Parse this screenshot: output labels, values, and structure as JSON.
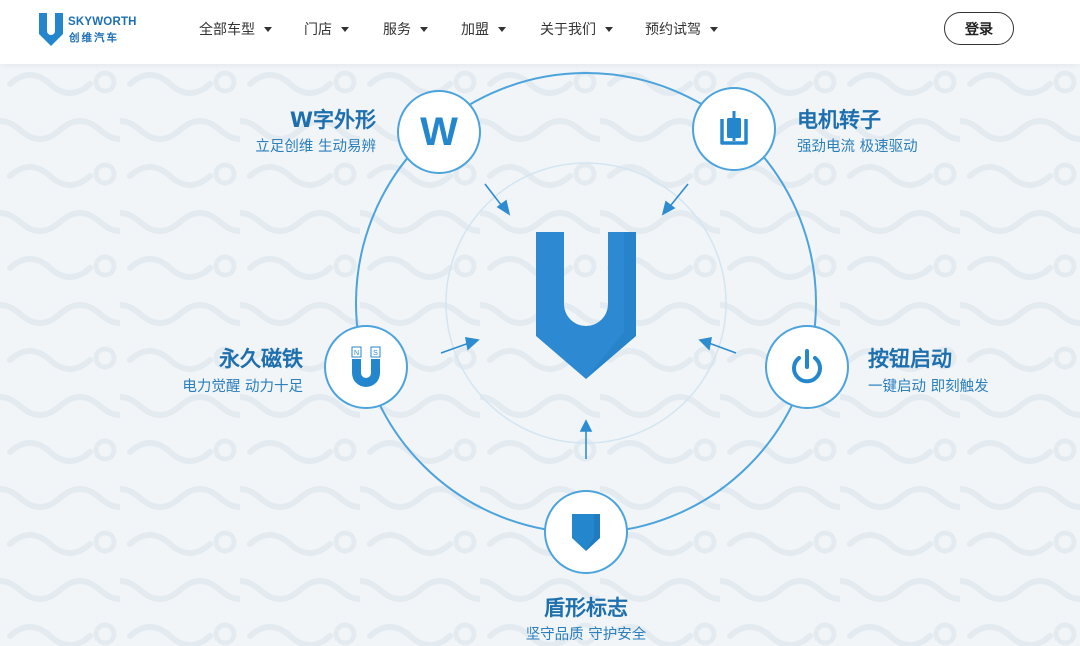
{
  "brand": {
    "name_en": "SKYWORTH",
    "name_cn": "创维汽车",
    "color": "#2487ce"
  },
  "nav": {
    "items": [
      {
        "label": "全部车型"
      },
      {
        "label": "门店"
      },
      {
        "label": "服务"
      },
      {
        "label": "加盟"
      },
      {
        "label": "关于我们"
      },
      {
        "label": "预约试驾"
      }
    ],
    "login_label": "登录"
  },
  "hero": {
    "features": [
      {
        "title": "W字外形",
        "subtitle": "立足创维  生动易辨",
        "icon": "w-letter-icon",
        "icon_text": "W"
      },
      {
        "title": "电机转子",
        "subtitle": "强劲电流 极速驱动",
        "icon": "motor-rotor-icon"
      },
      {
        "title": "永久磁铁",
        "subtitle": "电力觉醒 动力十足",
        "icon": "magnet-icon",
        "magnet_labels": [
          "N",
          "S"
        ]
      },
      {
        "title": "按钮启动",
        "subtitle": "一键启动 即刻触发",
        "icon": "power-icon"
      },
      {
        "title": "盾形标志",
        "subtitle": "坚守品质 守护安全",
        "icon": "shield-icon"
      }
    ],
    "center_logo": "skyworth-u-logo",
    "colors": {
      "accent": "#2487ce",
      "title": "#1e6fae",
      "ring": "#4da3dc",
      "background": "#f1f5f8"
    }
  }
}
